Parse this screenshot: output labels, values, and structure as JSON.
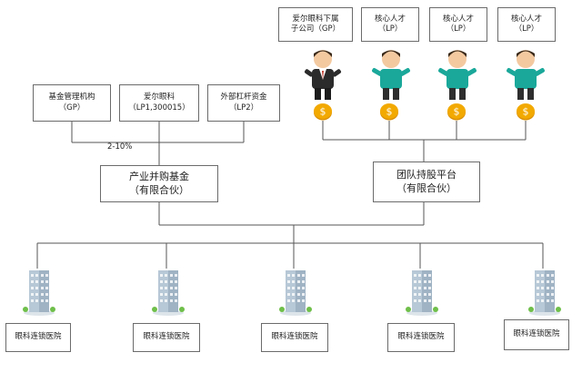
{
  "top_boxes": {
    "gp": {
      "line1": "爱尔眼科下属",
      "line2": "子公司（GP）"
    },
    "lp1": {
      "line1": "核心人才",
      "line2": "（LP）"
    },
    "lp2": {
      "line1": "核心人才",
      "line2": "（LP）"
    },
    "lp3": {
      "line1": "核心人才",
      "line2": "（LP）"
    }
  },
  "left_boxes": {
    "fund_manager": {
      "line1": "基金管理机构",
      "line2": "（GP）"
    },
    "aier": {
      "line1": "爱尔眼科",
      "line2": "（LP1,300015）"
    },
    "external": {
      "line1": "外部杠杆资金",
      "line2": "（LP2）"
    }
  },
  "percent_label": "2-10%",
  "fund_box": {
    "line1": "产业并购基金",
    "line2": "（有限合伙）"
  },
  "platform_box": {
    "line1": "团队持股平台",
    "line2": "（有限合伙）"
  },
  "hospitals": [
    "眼科连锁医院",
    "眼科连锁医院",
    "眼科连锁医院",
    "眼科连锁医院",
    "眼科连锁医院"
  ],
  "icons": {
    "coin": "dollar-coin-icon",
    "person": "businessman-icon",
    "building": "office-building-icon"
  },
  "colors": {
    "suit": "#2b2b2b",
    "teal_shirt": "#1aa89a",
    "coin": "#f2a900",
    "building": "#9fb3c4",
    "line": "#555555"
  }
}
